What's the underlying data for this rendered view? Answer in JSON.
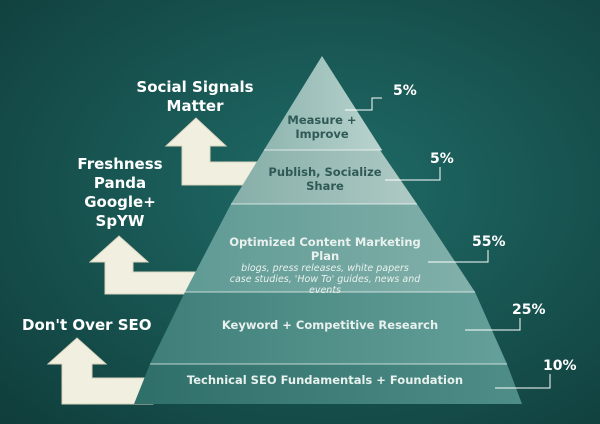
{
  "tiers": [
    {
      "title_lines": [
        "Measure +",
        "Improve"
      ],
      "percent": "5%"
    },
    {
      "title_lines": [
        "Publish, Socialize",
        "Share"
      ],
      "percent": "5%"
    },
    {
      "title_lines": [
        "Optimized Content Marketing Plan"
      ],
      "sub_lines": [
        "blogs, press releases, white papers",
        "case studies, 'How To' guides, news and events"
      ],
      "percent": "55%"
    },
    {
      "title_lines": [
        "Keyword + Competitive Research"
      ],
      "percent": "25%"
    },
    {
      "title_lines": [
        "Technical SEO Fundamentals + Foundation"
      ],
      "percent": "10%"
    }
  ],
  "side_labels": {
    "top": [
      "Social Signals",
      "Matter"
    ],
    "middle": [
      "Freshness",
      "Panda",
      "Google+",
      "SpYW"
    ],
    "bottom": [
      "Don't Over SEO"
    ]
  },
  "colors": {
    "background": "#17524f",
    "tier_light": "#a9c7c1",
    "tier_mid": "#7fa9a3",
    "tier_dark": "#4f8b85",
    "arrow": "#f1efe0",
    "leader_line": "#ffffff"
  }
}
